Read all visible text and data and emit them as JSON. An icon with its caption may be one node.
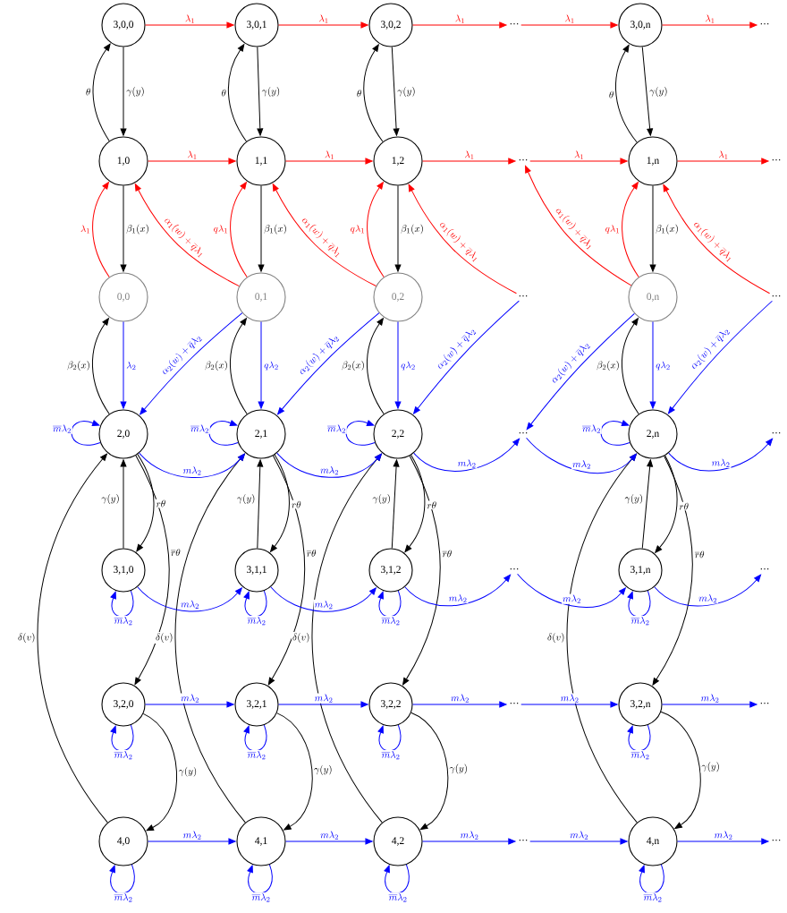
{
  "diagram": {
    "nodes": [
      {
        "text": [
          "3,0,0"
        ]
      },
      {
        "text": [
          "3,0,1"
        ]
      },
      {
        "text": [
          "3,0,2"
        ]
      },
      {
        "text": [
          "⋯"
        ]
      },
      {
        "text": [
          "3,0,n"
        ]
      },
      {
        "text": [
          "⋯"
        ]
      },
      {
        "text": [
          "1,0"
        ]
      },
      {
        "text": [
          "1,1"
        ]
      },
      {
        "text": [
          "1,2"
        ]
      },
      {
        "text": [
          "⋯"
        ]
      },
      {
        "text": [
          "1,n"
        ]
      },
      {
        "text": [
          "⋯"
        ]
      },
      {
        "text": [
          "0,0"
        ]
      },
      {
        "text": [
          "0,1"
        ]
      },
      {
        "text": [
          "0,2"
        ]
      },
      {
        "text": [
          "⋯"
        ]
      },
      {
        "text": [
          "0,n"
        ]
      },
      {
        "text": [
          "⋯"
        ]
      },
      {
        "text": [
          "2,0"
        ]
      },
      {
        "text": [
          "2,1"
        ]
      },
      {
        "text": [
          "2,2"
        ]
      },
      {
        "text": [
          "⋯"
        ]
      },
      {
        "text": [
          "2,n"
        ]
      },
      {
        "text": [
          "⋯"
        ]
      },
      {
        "text": [
          "3,1,0"
        ]
      },
      {
        "text": [
          "3,1,1"
        ]
      },
      {
        "text": [
          "3,1,2"
        ]
      },
      {
        "text": [
          "⋯"
        ]
      },
      {
        "text": [
          "3,1,n"
        ]
      },
      {
        "text": [
          "⋯"
        ]
      },
      {
        "text": [
          "3,2,0"
        ]
      },
      {
        "text": [
          "3,2,1"
        ]
      },
      {
        "text": [
          "3,2,2"
        ]
      },
      {
        "text": [
          "⋯"
        ]
      },
      {
        "text": [
          "3,2,n"
        ]
      },
      {
        "text": [
          "⋯"
        ]
      },
      {
        "text": [
          "4,0"
        ]
      },
      {
        "text": [
          "4,1"
        ]
      },
      {
        "text": [
          "4,2"
        ]
      },
      {
        "text": [
          "⋯"
        ]
      },
      {
        "text": [
          "4,n"
        ]
      },
      {
        "text": [
          "⋯"
        ]
      }
    ],
    "edges": [
      {
        "from": 0,
        "to": 1,
        "arrow": "to",
        "label": "\\lambda_1",
        "color": "#ff0000"
      },
      {
        "from": 1,
        "to": 2,
        "arrow": "to",
        "label": "\\lambda_1",
        "color": "#ff0000"
      },
      {
        "from": 2,
        "to": 3,
        "arrow": "to",
        "label": "\\lambda_1",
        "color": "#ff0000"
      },
      {
        "from": 3,
        "to": 4,
        "arrow": "to",
        "label": "\\lambda_1",
        "color": "#ff0000"
      },
      {
        "from": 4,
        "to": 5,
        "arrow": "to",
        "label": "\\lambda_1",
        "color": "#ff0000"
      },
      {
        "from": 6,
        "to": 7,
        "arrow": "to",
        "label": "\\lambda_1",
        "color": "#ff0000"
      },
      {
        "from": 7,
        "to": 8,
        "arrow": "to",
        "label": "\\lambda_1",
        "color": "#ff0000"
      },
      {
        "from": 8,
        "to": 9,
        "arrow": "to",
        "label": "\\lambda_1",
        "color": "#ff0000"
      },
      {
        "from": 9,
        "to": 10,
        "arrow": "to",
        "label": "\\lambda_1",
        "color": "#ff0000"
      },
      {
        "from": 10,
        "to": 11,
        "arrow": "to",
        "label": "\\lambda_1",
        "color": "#ff0000"
      },
      {
        "from": 0,
        "to": 6,
        "arrow": "to",
        "label": "\\gamma(y)",
        "color": "#000000"
      },
      {
        "from": 6,
        "to": 0,
        "arrow": "to",
        "label": "\\theta",
        "color": "#000000"
      },
      {
        "from": 6,
        "to": 12,
        "arrow": "to",
        "label": "\\beta_1(x)",
        "color": "#000000"
      },
      {
        "from": 12,
        "to": 6,
        "arrow": "to",
        "label": "\\lambda_1",
        "color": "#ff0000"
      },
      {
        "from": 12,
        "to": 18,
        "arrow": "to",
        "label": "\\lambda_2"
      },
      {
        "from": 18,
        "to": 12,
        "arrow": "to",
        "label": "\\beta_2(x)",
        "color": "#000000"
      },
      {
        "from": 18,
        "to": 18,
        "arrow": "to",
        "label": "\\overline{m}\\lambda_2"
      },
      {
        "from": 18,
        "to": 24,
        "arrow": "to",
        "label": "r\\theta",
        "color": "#000000"
      },
      {
        "from": 24,
        "to": 18,
        "arrow": "to",
        "label": "\\gamma(y)",
        "color": "#000000"
      },
      {
        "from": 18,
        "to": 30,
        "arrow": "to",
        "label": "\\overline{r}\\theta",
        "color": "#000000"
      },
      {
        "from": 24,
        "to": 24,
        "arrow": "to",
        "label": "\\overline{m}\\lambda_2"
      },
      {
        "from": 30,
        "to": 30,
        "arrow": "to",
        "label": "\\overline{m}\\lambda_2"
      },
      {
        "from": 30,
        "to": 36,
        "arrow": "to",
        "label": "\\gamma(y)",
        "color": "#000000"
      },
      {
        "from": 36,
        "to": 36,
        "arrow": "to",
        "label": "\\overline{m}\\lambda_2"
      },
      {
        "from": 36,
        "to": 18,
        "arrow": "to",
        "label": "\\delta(v)",
        "color": "#000000"
      },
      {
        "from": 1,
        "to": 7,
        "arrow": "to",
        "label": "\\gamma(y)",
        "color": "#000000"
      },
      {
        "from": 7,
        "to": 1,
        "arrow": "to",
        "label": "\\theta",
        "color": "#000000"
      },
      {
        "from": 7,
        "to": 13,
        "arrow": "to",
        "label": "\\beta_1(x)",
        "color": "#000000"
      },
      {
        "from": 13,
        "to": 7,
        "arrow": "to",
        "label": "q\\lambda_1",
        "color": "#ff0000"
      },
      {
        "from": 13,
        "to": 19,
        "arrow": "to",
        "label": "q\\lambda_2"
      },
      {
        "from": 19,
        "to": 13,
        "arrow": "to",
        "label": "\\beta_2(x)",
        "color": "#000000"
      },
      {
        "from": 19,
        "to": 19,
        "arrow": "to",
        "label": "\\overline{m}\\lambda_2"
      },
      {
        "from": 19,
        "to": 25,
        "arrow": "to",
        "label": "r\\theta",
        "color": "#000000"
      },
      {
        "from": 25,
        "to": 19,
        "arrow": "to",
        "label": "\\gamma(y)",
        "color": "#000000"
      },
      {
        "from": 19,
        "to": 31,
        "arrow": "to",
        "label": "\\overline{r}\\theta",
        "color": "#000000"
      },
      {
        "from": 25,
        "to": 25,
        "arrow": "to",
        "label": "\\overline{m}\\lambda_2"
      },
      {
        "from": 31,
        "to": 31,
        "arrow": "to",
        "label": "\\overline{m}\\lambda_2"
      },
      {
        "from": 31,
        "to": 37,
        "arrow": "to",
        "label": "\\gamma(y)",
        "color": "#000000"
      },
      {
        "from": 37,
        "to": 37,
        "arrow": "to",
        "label": "\\overline{m}\\lambda_2"
      },
      {
        "from": 37,
        "to": 19,
        "arrow": "to",
        "label": "\\delta(v)",
        "color": "#000000"
      },
      {
        "from": 2,
        "to": 8,
        "arrow": "to",
        "label": "\\gamma(y)",
        "color": "#000000"
      },
      {
        "from": 8,
        "to": 2,
        "arrow": "to",
        "label": "\\theta",
        "color": "#000000"
      },
      {
        "from": 8,
        "to": 14,
        "arrow": "to",
        "label": "\\beta_1(x)",
        "color": "#000000"
      },
      {
        "from": 14,
        "to": 8,
        "arrow": "to",
        "label": "q\\lambda_1",
        "color": "#ff0000"
      },
      {
        "from": 14,
        "to": 20,
        "arrow": "to",
        "label": "q\\lambda_2"
      },
      {
        "from": 20,
        "to": 14,
        "arrow": "to",
        "label": "\\beta_2(x)",
        "color": "#000000"
      },
      {
        "from": 20,
        "to": 20,
        "arrow": "to",
        "label": "\\overline{m}\\lambda_2"
      },
      {
        "from": 20,
        "to": 26,
        "arrow": "to",
        "label": "r\\theta",
        "color": "#000000"
      },
      {
        "from": 26,
        "to": 20,
        "arrow": "to",
        "label": "\\gamma(y)",
        "color": "#000000"
      },
      {
        "from": 20,
        "to": 32,
        "arrow": "to",
        "label": "\\overline{r}\\theta",
        "color": "#000000"
      },
      {
        "from": 26,
        "to": 26,
        "arrow": "to",
        "label": "\\overline{m}\\lambda_2"
      },
      {
        "from": 32,
        "to": 32,
        "arrow": "to",
        "label": "\\overline{m}\\lambda_2"
      },
      {
        "from": 32,
        "to": 38,
        "arrow": "to",
        "label": "\\gamma(y)",
        "color": "#000000"
      },
      {
        "from": 38,
        "to": 38,
        "arrow": "to",
        "label": "\\overline{m}\\lambda_2"
      },
      {
        "from": 38,
        "to": 20,
        "arrow": "to",
        "label": "\\delta(v)",
        "color": "#000000"
      },
      {
        "from": 4,
        "to": 10,
        "arrow": "to",
        "label": "\\gamma(y)",
        "color": "#000000"
      },
      {
        "from": 10,
        "to": 4,
        "arrow": "to",
        "label": "\\theta",
        "color": "#000000"
      },
      {
        "from": 10,
        "to": 16,
        "arrow": "to",
        "label": "\\beta_1(x)",
        "color": "#000000"
      },
      {
        "from": 16,
        "to": 10,
        "arrow": "to",
        "label": "q\\lambda_1",
        "color": "#ff0000"
      },
      {
        "from": 16,
        "to": 22,
        "arrow": "to",
        "label": "q\\lambda_2"
      },
      {
        "from": 22,
        "to": 16,
        "arrow": "to",
        "label": "\\beta_2(x)",
        "color": "#000000"
      },
      {
        "from": 22,
        "to": 22,
        "arrow": "to",
        "label": "\\overline{m}\\lambda_2"
      },
      {
        "from": 22,
        "to": 28,
        "arrow": "to",
        "label": "r\\theta",
        "color": "#000000"
      },
      {
        "from": 28,
        "to": 22,
        "arrow": "to",
        "label": "\\gamma(y)",
        "color": "#000000"
      },
      {
        "from": 22,
        "to": 34,
        "arrow": "to",
        "label": "\\overline{r}\\theta",
        "color": "#000000"
      },
      {
        "from": 28,
        "to": 28,
        "arrow": "to",
        "label": "\\overline{m}\\lambda_2"
      },
      {
        "from": 34,
        "to": 34,
        "arrow": "to",
        "label": "\\overline{m}\\lambda_2"
      },
      {
        "from": 34,
        "to": 40,
        "arrow": "to",
        "label": "\\gamma(y)",
        "color": "#000000"
      },
      {
        "from": 40,
        "to": 40,
        "arrow": "to",
        "label": "\\overline{m}\\lambda_2"
      },
      {
        "from": 40,
        "to": 22,
        "arrow": "to",
        "label": "\\delta(v)",
        "color": "#000000"
      },
      {
        "from": 13,
        "to": 6,
        "arrow": "to",
        "label": "\\alpha_1(w)+\\overline{q}\\lambda_1",
        "color": "#ff0000"
      },
      {
        "from": 14,
        "to": 7,
        "arrow": "to",
        "label": "\\alpha_1(w)+\\overline{q}\\lambda_1",
        "color": "#ff0000"
      },
      {
        "from": 15,
        "to": 8,
        "arrow": "to",
        "label": "\\alpha_1(w)+\\overline{q}\\lambda_1",
        "color": "#ff0000"
      },
      {
        "from": 16,
        "to": 9,
        "arrow": "to",
        "label": "\\alpha_1(w)+\\overline{q}\\lambda_1",
        "color": "#ff0000"
      },
      {
        "from": 17,
        "to": 10,
        "arrow": "to",
        "label": "\\alpha_1(w)+\\overline{q}\\lambda_1",
        "color": "#ff0000"
      },
      {
        "from": 13,
        "to": 18,
        "arrow": "to",
        "label": "\\alpha_2(w)+\\overline{q}\\lambda_2"
      },
      {
        "from": 14,
        "to": 19,
        "arrow": "to",
        "label": "\\alpha_2(w)+\\overline{q}\\lambda_2"
      },
      {
        "from": 15,
        "to": 20,
        "arrow": "to",
        "label": "\\alpha_2(w)+\\overline{q}\\lambda_2"
      },
      {
        "from": 16,
        "to": 21,
        "arrow": "to",
        "label": "\\alpha_2(w)+\\overline{q}\\lambda_2"
      },
      {
        "from": 17,
        "to": 22,
        "arrow": "to",
        "label": "\\alpha_2(w)+\\overline{q}\\lambda_2"
      },
      {
        "from": 18,
        "to": 19,
        "arrow": "to",
        "label": "m\\lambda_2"
      },
      {
        "from": 19,
        "to": 20,
        "arrow": "to",
        "label": "m\\lambda_2"
      },
      {
        "from": 20,
        "to": 21,
        "arrow": "to",
        "label": "m\\lambda_2"
      },
      {
        "from": 21,
        "to": 22,
        "arrow": "to",
        "label": "m\\lambda_2"
      },
      {
        "from": 22,
        "to": 23,
        "arrow": "to",
        "label": "m\\lambda_2"
      },
      {
        "from": 24,
        "to": 25,
        "arrow": "to",
        "label": "m\\lambda_2"
      },
      {
        "from": 25,
        "to": 26,
        "arrow": "to",
        "label": "m\\lambda_2"
      },
      {
        "from": 26,
        "to": 27,
        "arrow": "to",
        "label": "m\\lambda_2"
      },
      {
        "from": 27,
        "to": 28,
        "arrow": "to",
        "label": "m\\lambda_2"
      },
      {
        "from": 28,
        "to": 29,
        "arrow": "to",
        "label": "m\\lambda_2"
      },
      {
        "from": 30,
        "to": 31,
        "arrow": "to",
        "label": "m\\lambda_2"
      },
      {
        "from": 31,
        "to": 32,
        "arrow": "to",
        "label": "m\\lambda_2"
      },
      {
        "from": 32,
        "to": 33,
        "arrow": "to",
        "label": "m\\lambda_2"
      },
      {
        "from": 33,
        "to": 34,
        "arrow": "to",
        "label": "m\\lambda_2"
      },
      {
        "from": 34,
        "to": 35,
        "arrow": "to",
        "label": "m\\lambda_2"
      },
      {
        "from": 36,
        "to": 37,
        "arrow": "to",
        "label": "m\\lambda_2"
      },
      {
        "from": 37,
        "to": 38,
        "arrow": "to",
        "label": "m\\lambda_2"
      },
      {
        "from": 38,
        "to": 39,
        "arrow": "to",
        "label": "m\\lambda_2"
      },
      {
        "from": 39,
        "to": 40,
        "arrow": "to",
        "label": "m\\lambda_2"
      },
      {
        "from": 40,
        "to": 41,
        "arrow": "to",
        "label": "m\\lambda_2"
      }
    ]
  }
}
